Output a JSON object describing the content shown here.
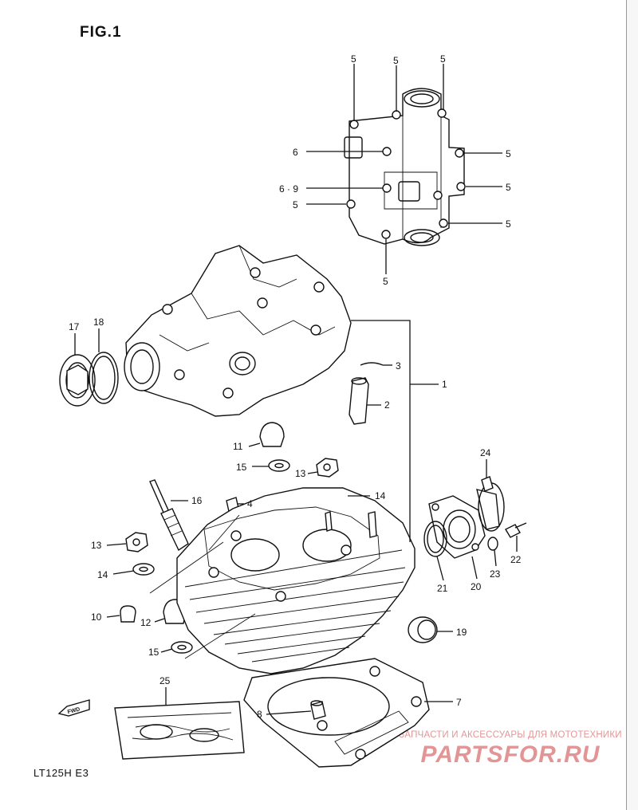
{
  "figure": {
    "title": "FIG.1",
    "model_code": "LT125H E3"
  },
  "watermark": {
    "caption": "ЗАПЧАСТИ И АКСЕССУАРЫ ДЛЯ МОТОТЕХНИКИ",
    "brand": "PARTSFOR.RU"
  },
  "fwd_label": "FWD",
  "callouts": {
    "c1": "1",
    "c2": "2",
    "c3": "3",
    "c4": "4",
    "c5a": "5",
    "c5b": "5",
    "c5c": "5",
    "c5d": "5",
    "c5e": "5",
    "c5f": "5",
    "c5g": "5",
    "c5h": "5",
    "c6": "6",
    "c6_9": "6 · 9",
    "c7": "7",
    "c8": "8",
    "c10": "10",
    "c11": "11",
    "c12": "12",
    "c13a": "13",
    "c13b": "13",
    "c14a": "14",
    "c14b": "14",
    "c15a": "15",
    "c15b": "15",
    "c16": "16",
    "c17": "17",
    "c18": "18",
    "c19": "19",
    "c20": "20",
    "c21": "21",
    "c22": "22",
    "c23": "23",
    "c24": "24",
    "c25": "25"
  }
}
